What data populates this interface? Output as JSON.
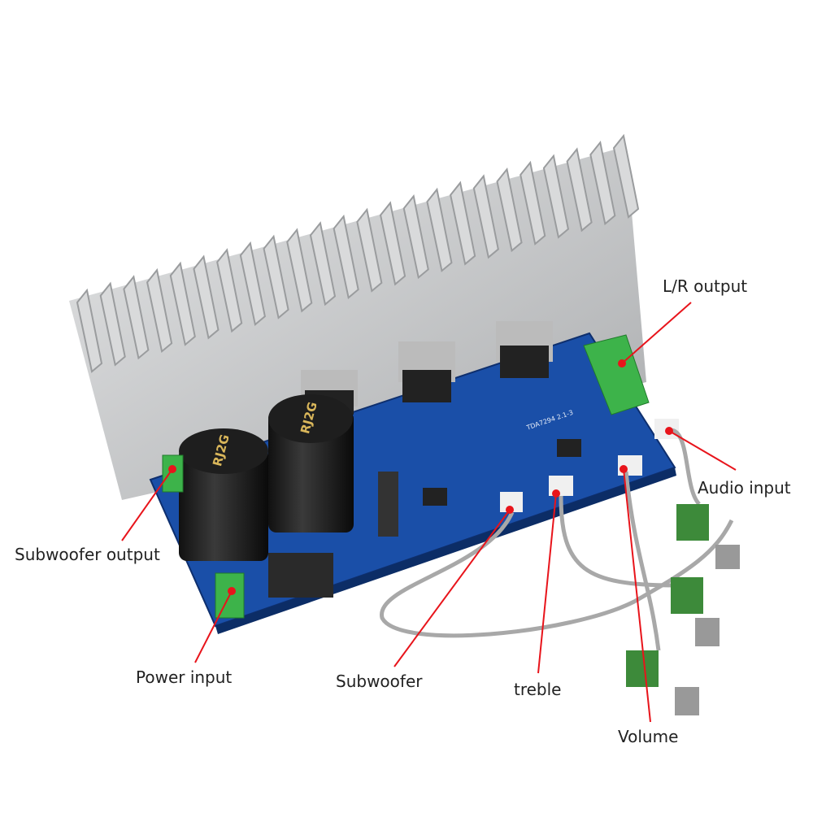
{
  "labels": {
    "lr_output": "L/R output",
    "audio_input": "Audio input",
    "subwoofer_output": "Subwoofer output",
    "power_input": "Power input",
    "subwoofer": "Subwoofer",
    "treble": "treble",
    "volume": "Volume"
  },
  "capacitor_marking": "RJ2G",
  "board_marking": "TDA7294 2.1-3",
  "colors": {
    "pointer": "#e8141b",
    "board": "#1a4fa8",
    "heatsink": "#c9cbcd",
    "terminal": "#3db34a"
  }
}
